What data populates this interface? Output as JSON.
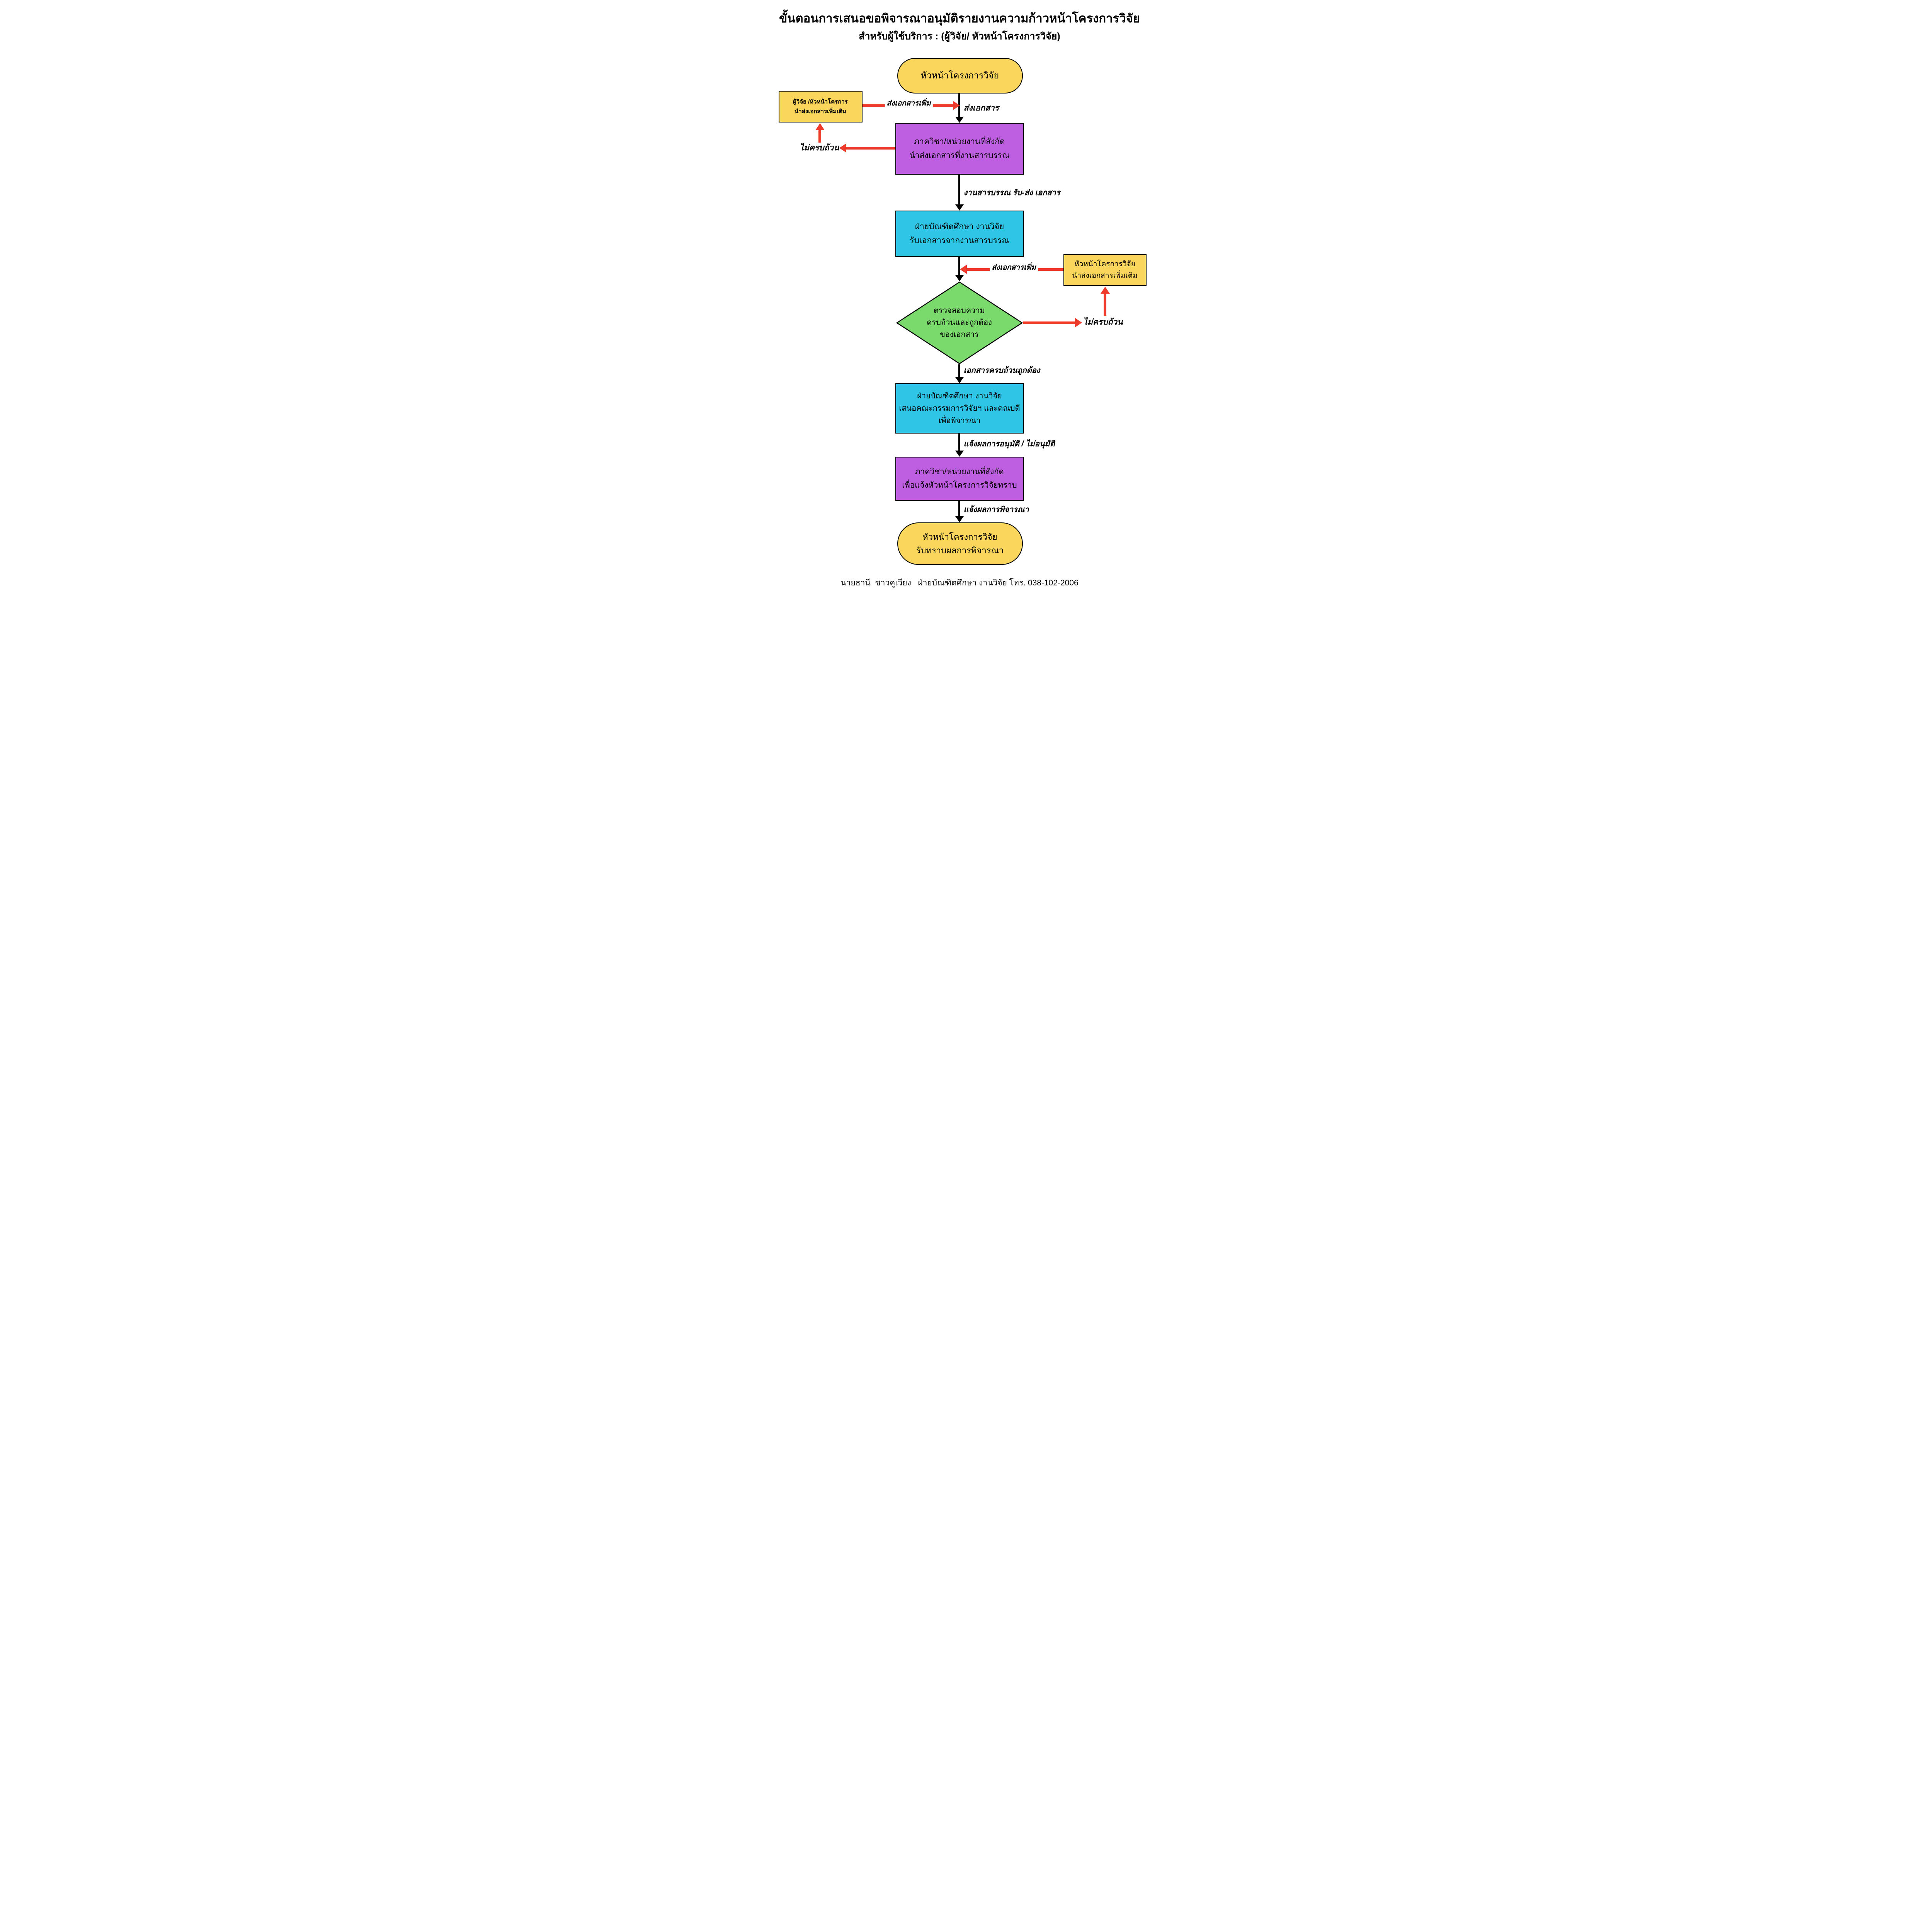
{
  "title": "ขั้นตอนการเสนอขอพิจารณาอนุมัติรายงานความก้าวหน้าโครงการวิจัย",
  "subtitle": "สำหรับผู้ใช้บริการ : (ผู้วิจัย/ หัวหน้าโครงการวิจัย)",
  "nodes": {
    "start": "หัวหน้าโครงการวิจัย",
    "researcher_resubmit": "ผู้วิจัย /หัวหน้าโครการ\nนำส่งเอกสารเพิ่มเติม",
    "department_submit": "ภาควิชา/หน่วยงานที่สังกัด\nนำส่งเอกสารที่งานสารบรรณ",
    "graduate_receive": "ฝ่ายบัณฑิตศึกษา งานวิจัย\nรับเอกสารจากงานสารบรรณ",
    "head_resubmit": "หัวหน้าโครการวิจัย\nนำส่งเอกสารเพิ่มเติม",
    "check_documents": "ตรวจสอบความ\nครบถ้วนและถูกต้อง\nของเอกสาร",
    "graduate_propose": "ฝ่ายบัณฑิตศึกษา งานวิจัย\nเสนอคณะกรรมการวิจัยฯ และคณบดี\nเพื่อพิจารณา",
    "department_notify": "ภาควิชา/หน่วยงานที่สังกัด\nเพื่อแจ้งหัวหน้าโครงการวิจัยทราบ",
    "end": "หัวหน้าโครงการวิจัย\nรับทราบผลการพิจารณา"
  },
  "edges": {
    "send_documents": "ส่งเอกสาร",
    "send_more_left": "ส่งเอกสารเพิ่ม",
    "incomplete_left": "ไม่ครบถ้วน",
    "records_office": "งานสารบรรณ รับ-ส่ง เอกสาร",
    "send_more_right": "ส่งเอกสารเพิ่ม",
    "incomplete_right": "ไม่ครบถ้วน",
    "documents_complete": "เอกสารครบถ้วนถูกต้อง",
    "notify_approval": "แจ้งผลการอนุมัติ / ไม่อนุมัติ",
    "notify_result": "แจ้งผลการพิจารณา"
  },
  "footer": "นายธานี  ชาวคูเวียง   ฝ่ายบัณฑิตศึกษา งานวิจัย โทร. 038-102-2006",
  "colors": {
    "node_yellow": "#FBD65C",
    "node_purple": "#BE5FE1",
    "node_cyan": "#2EC5E6",
    "node_green": "#7ADB6C",
    "arrow_red": "#EE3A2B",
    "arrow_black": "#000000"
  }
}
